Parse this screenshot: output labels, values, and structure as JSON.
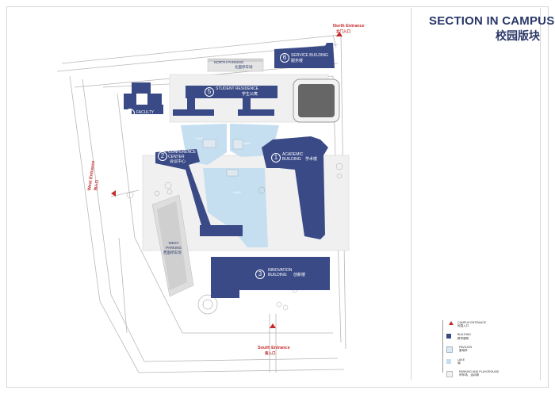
{
  "title": {
    "en": "SECTION IN CAMPUS",
    "zh": "校园版块"
  },
  "colors": {
    "building": "#3a4a86",
    "lake": "#c6dff0",
    "road_line": "#b8b8b8",
    "pavilion": "#dfe8ef",
    "entrance": "#c42a2a"
  },
  "entrances": {
    "north": {
      "en": "North Entrance",
      "zh": "北门入口"
    },
    "west": {
      "en": "West Entrance",
      "zh": "西入口"
    },
    "south": {
      "en": "South Entrance",
      "zh": "南入口"
    }
  },
  "buildings": {
    "b1": {
      "number": "1",
      "en": "ACADEMIC BUILDING",
      "zh": "学术楼"
    },
    "b2": {
      "number": "2",
      "en": "CONFERENCE CENTER",
      "zh": "会议中心"
    },
    "b3": {
      "number": "3",
      "en": "INNOVATION BUILDING",
      "zh": "创新楼"
    },
    "b4": {
      "number": "4",
      "en": "FACULTY RESIDENCE"
    },
    "b5": {
      "number": "5",
      "en": "STUDENT RESIDENCE",
      "zh": "学生公寓"
    },
    "b6": {
      "number": "6",
      "en": "SERVICE BUILDING",
      "zh": "服务楼"
    }
  },
  "parking": {
    "north": {
      "en": "NORTH PARKING",
      "zh": "北面停车场"
    },
    "west": {
      "en": "WEST PARKING",
      "zh": "西面停车场"
    }
  },
  "lakes": {
    "a": "LAKE",
    "b": "LAKE",
    "c": "LAKE"
  },
  "legend": [
    {
      "icon": "triangle",
      "en": "CAMPUS ENTRANCE",
      "zh": "校园入口"
    },
    {
      "icon": "building",
      "en": "BUILDING",
      "zh": "教学建筑"
    },
    {
      "icon": "pavilion",
      "en": "PAVILION",
      "zh": "景观亭"
    },
    {
      "icon": "lake",
      "en": "LAKE",
      "zh": "湖"
    },
    {
      "icon": "parking",
      "en": "PARKING AND PLAYGROUND",
      "zh": "停车场、运动场"
    }
  ]
}
